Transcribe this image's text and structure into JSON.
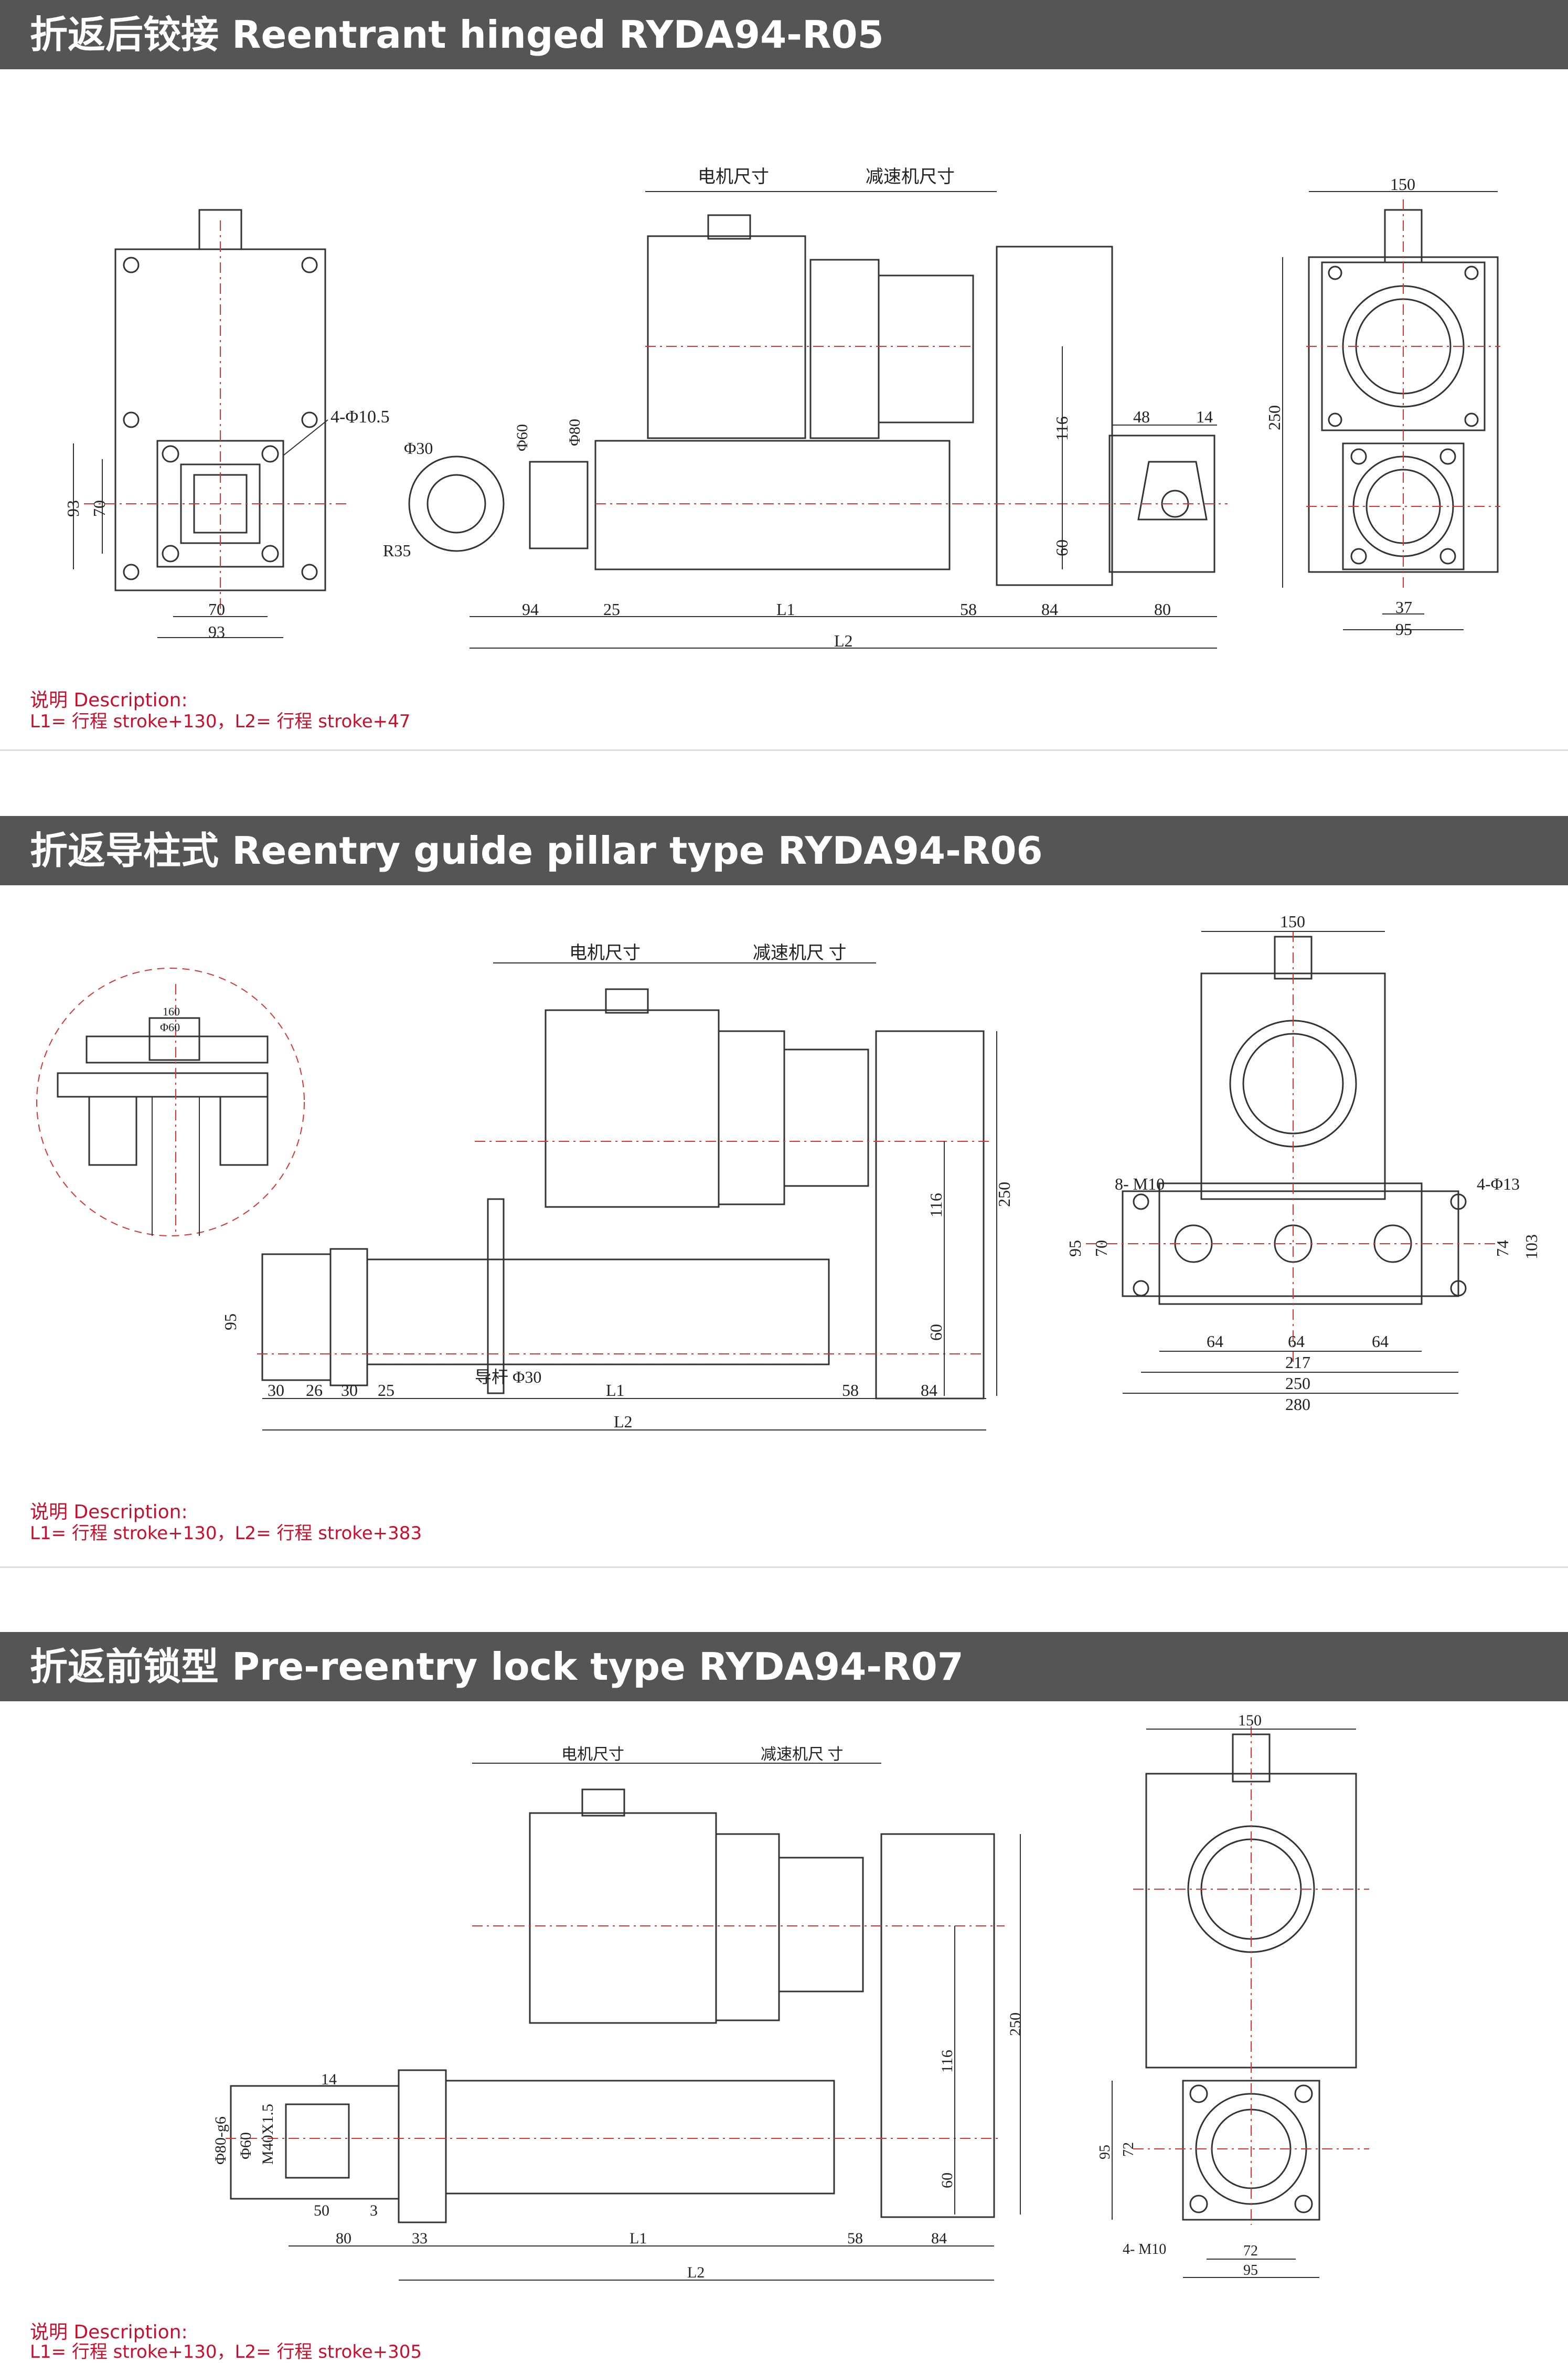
{
  "sections": [
    {
      "title": "折返后铰接 Reentrant hinged RYDA94-R05",
      "desc_title": "说明 Description:",
      "desc_text": "L1= 行程 stroke+130，L2= 行程 stroke+47",
      "labels": {
        "motor_size": "电机尺寸",
        "reducer_size": "减速机尺寸",
        "hole": "4-Φ10.5",
        "d30": "Φ30",
        "d60": "Φ60",
        "d80": "Φ80",
        "r35": "R35",
        "v93": "93",
        "v70": "70",
        "h70": "70",
        "h93": "93",
        "d94": "94",
        "d25": "25",
        "l1": "L1",
        "d58": "58",
        "d84": "84",
        "d80b": "80",
        "l2": "L2",
        "d116": "116",
        "d60v": "60",
        "d48": "48",
        "d14": "14",
        "d150": "150",
        "d250": "250",
        "d37": "37",
        "d95": "95"
      }
    },
    {
      "title": "折返导柱式 Reentry guide pillar type RYDA94-R06",
      "desc_title": "说明 Description:",
      "desc_text": "L1= 行程 stroke+130，L2= 行程 stroke+383",
      "labels": {
        "motor_size": "电机尺寸",
        "reducer_size": "减速机尺 寸",
        "d160": "160",
        "d60c": "Φ60",
        "v95": "95",
        "d30a": "30",
        "d26": "26",
        "d30b": "30",
        "d25": "25",
        "l1": "L1",
        "d58": "58",
        "d84": "84",
        "l2": "L2",
        "guide": "导杆 Φ30",
        "d116": "116",
        "d60v": "60",
        "d250": "250",
        "d150": "150",
        "m10": "8- M10",
        "hole13": "4-Φ13",
        "v95r": "95",
        "v70r": "70",
        "v74": "74",
        "v103": "103",
        "d64a": "64",
        "d64b": "64",
        "d64c": "64",
        "d217": "217",
        "d250b": "250",
        "d280": "280"
      }
    },
    {
      "title": "折返前锁型 Pre-reentry lock type RYDA94-R07",
      "desc_title": "说明 Description:",
      "desc_text": "L1= 行程 stroke+130，L2= 行程 stroke+305",
      "labels": {
        "motor_size": "电机尺寸",
        "reducer_size": "减速机尺 寸",
        "d14": "14",
        "d80g6": "Φ80-g6",
        "m40": "M40X1.5",
        "d60": "Φ60",
        "d50": "50",
        "d3": "3",
        "d80": "80",
        "d33": "33",
        "l1": "L1",
        "d58": "58",
        "d84": "84",
        "l2": "L2",
        "d116": "116",
        "d60v": "60",
        "d250": "250",
        "d150": "150",
        "v95": "95",
        "v72": "72",
        "m10": "4- M10",
        "d72": "72",
        "d95": "95"
      }
    }
  ]
}
